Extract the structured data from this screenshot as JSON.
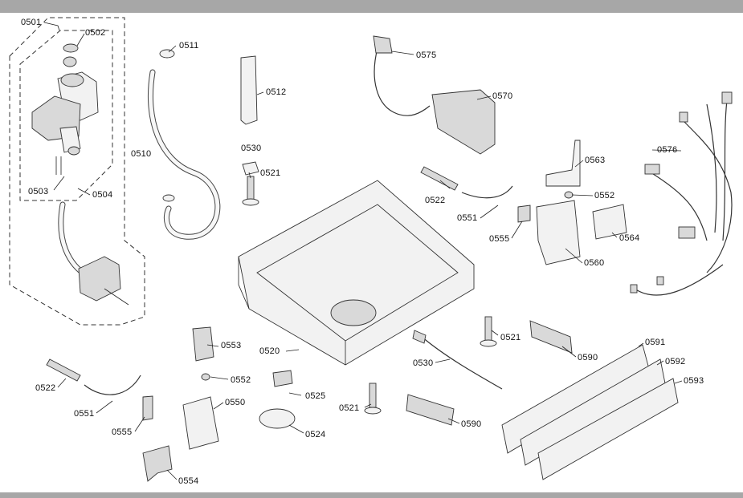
{
  "diagram": {
    "labels": [
      {
        "id": "l0501",
        "text": "0501"
      },
      {
        "id": "l0502",
        "text": "0502"
      },
      {
        "id": "l0503",
        "text": "0503"
      },
      {
        "id": "l0504",
        "text": "0504"
      },
      {
        "id": "l0510",
        "text": "0510"
      },
      {
        "id": "l0511",
        "text": "0511"
      },
      {
        "id": "l0512",
        "text": "0512"
      },
      {
        "id": "l0530a",
        "text": "0530"
      },
      {
        "id": "l0521a",
        "text": "0521"
      },
      {
        "id": "l0575",
        "text": "0575"
      },
      {
        "id": "l0570",
        "text": "0570"
      },
      {
        "id": "l0576",
        "text": "0576"
      },
      {
        "id": "l0563",
        "text": "0563"
      },
      {
        "id": "l0552a",
        "text": "0552"
      },
      {
        "id": "l0522a",
        "text": "0522"
      },
      {
        "id": "l0551a",
        "text": "0551"
      },
      {
        "id": "l0555a",
        "text": "0555"
      },
      {
        "id": "l0564",
        "text": "0564"
      },
      {
        "id": "l0560",
        "text": "0560"
      },
      {
        "id": "l0521b",
        "text": "0521"
      },
      {
        "id": "l0590a",
        "text": "0590"
      },
      {
        "id": "l0591",
        "text": "0591"
      },
      {
        "id": "l0592",
        "text": "0592"
      },
      {
        "id": "l0593",
        "text": "0593"
      },
      {
        "id": "l0520",
        "text": "0520"
      },
      {
        "id": "l0530b",
        "text": "0530"
      },
      {
        "id": "l0553",
        "text": "0553"
      },
      {
        "id": "l0552b",
        "text": "0552"
      },
      {
        "id": "l0522b",
        "text": "0522"
      },
      {
        "id": "l0551b",
        "text": "0551"
      },
      {
        "id": "l0555b",
        "text": "0555"
      },
      {
        "id": "l0550",
        "text": "0550"
      },
      {
        "id": "l0525",
        "text": "0525"
      },
      {
        "id": "l0524",
        "text": "0524"
      },
      {
        "id": "l0521c",
        "text": "0521"
      },
      {
        "id": "l0590b",
        "text": "0590"
      },
      {
        "id": "l0554",
        "text": "0554"
      }
    ]
  }
}
